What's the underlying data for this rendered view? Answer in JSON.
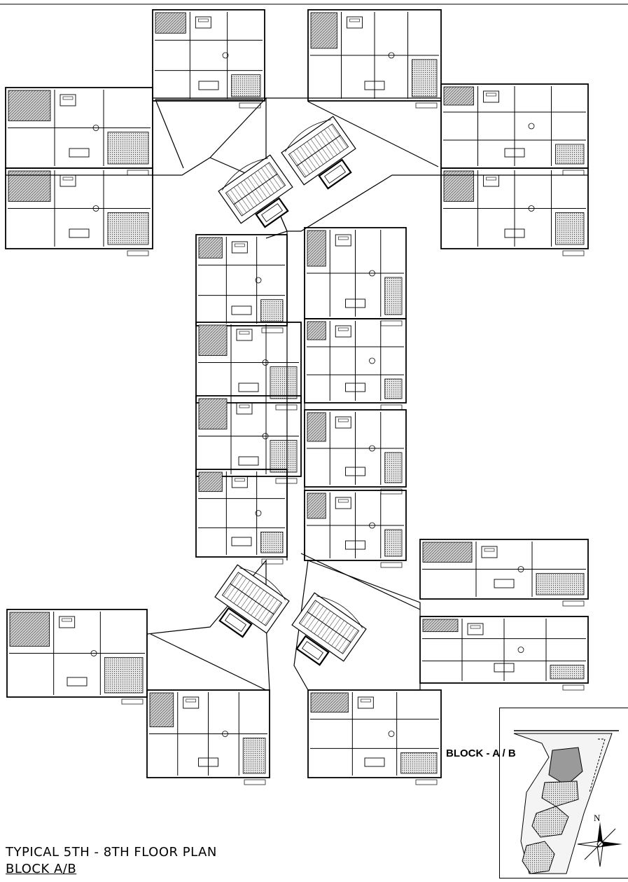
{
  "title": {
    "line1": "TYPICAL 5TH - 8TH FLOOR PLAN",
    "line2": "BLOCK A/B"
  },
  "key_plan": {
    "block_label": "BLOCK - A / B",
    "north_label": "N"
  },
  "colors": {
    "line": "#000000",
    "hatch": "#8a8a8a",
    "background": "#ffffff"
  }
}
